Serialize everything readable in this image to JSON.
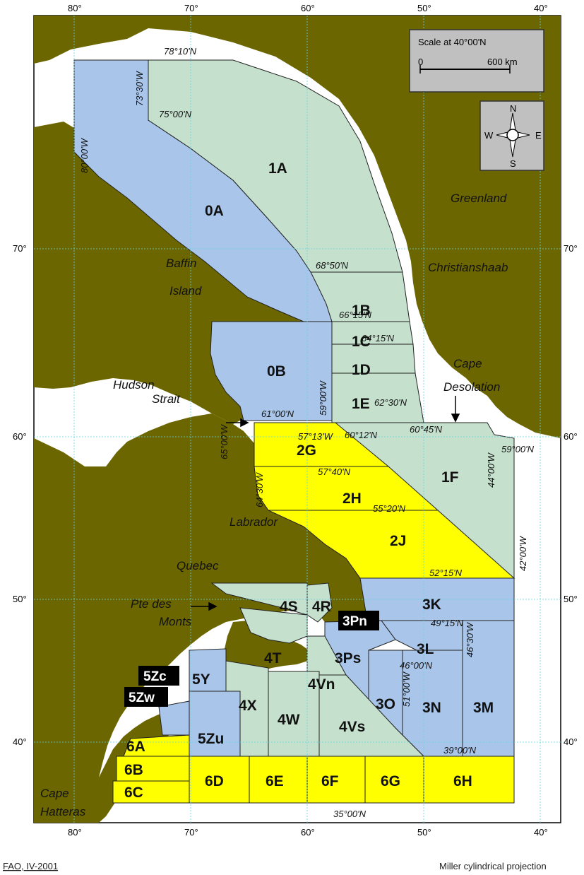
{
  "axis": {
    "top_lon": [
      "80°",
      "70°",
      "60°",
      "50°",
      "40°"
    ],
    "bottom_lon": [
      "80°",
      "70°",
      "60°",
      "50°",
      "40°"
    ],
    "lat": [
      "70°",
      "60°",
      "50°",
      "40°"
    ]
  },
  "scale": {
    "title": "Scale at 40°00'N",
    "start": "0",
    "end": "600 km"
  },
  "compass": {
    "n": "N",
    "s": "S",
    "e": "E",
    "w": "W"
  },
  "areas": {
    "a0A": "0A",
    "a0B": "0B",
    "a1A": "1A",
    "a1B": "1B",
    "a1C": "1C",
    "a1D": "1D",
    "a1E": "1E",
    "a1F": "1F",
    "a2G": "2G",
    "a2H": "2H",
    "a2J": "2J",
    "a3K": "3K",
    "a3L": "3L",
    "a3M": "3M",
    "a3N": "3N",
    "a3O": "3O",
    "a3Ps": "3Ps",
    "a3Pn": "3Pn",
    "a4R": "4R",
    "a4S": "4S",
    "a4T": "4T",
    "a4Vn": "4Vn",
    "a4Vs": "4Vs",
    "a4W": "4W",
    "a4X": "4X",
    "a5Y": "5Y",
    "a5Zc": "5Zc",
    "a5Zw": "5Zw",
    "a5Zu": "5Zu",
    "a6A": "6A",
    "a6B": "6B",
    "a6C": "6C",
    "a6D": "6D",
    "a6E": "6E",
    "a6F": "6F",
    "a6G": "6G",
    "a6H": "6H"
  },
  "coords": {
    "c78_10N": "78°10'N",
    "c73_30W": "73°30'W",
    "c75_00N": "75°00'N",
    "c80_00W": "80°00'W",
    "c68_50N": "68°50'N",
    "c66_15N": "66°15'N",
    "c64_15N": "64°15'N",
    "c62_30N": "62°30'N",
    "c61_00N": "61°00'N",
    "c59_00W": "59°00'W",
    "c57_13W": "57°13'W",
    "c60_12N": "60°12'N",
    "c60_45N": "60°45'N",
    "c59_00N": "59°00'N",
    "c44_00W": "44°00'W",
    "c65_00W": "65°00'W",
    "c64_30W": "64°30'W",
    "c57_40N": "57°40'N",
    "c55_20N": "55°20'N",
    "c52_15N": "52°15'N",
    "c42_00W": "42°00'W",
    "c49_15N": "49°15'N",
    "c46_00N": "46°00'N",
    "c46_30W": "46°30'W",
    "c51_00W": "51°00'W",
    "c39_00N": "39°00'N",
    "c35_00N": "35°00'N"
  },
  "places": {
    "greenland": "Greenland",
    "christianshaab": "Christianshaab",
    "baffin": "Baffin",
    "island": "Island",
    "hudson": "Hudson",
    "strait": "Strait",
    "cape1": "Cape",
    "desolation": "Desolation",
    "labrador": "Labrador",
    "quebec": "Quebec",
    "ptedes": "Pte des",
    "monts": "Monts",
    "cape2": "Cape",
    "hatteras": "Hatteras"
  },
  "footer": {
    "left": "FAO, IV-2001",
    "right": "Miller cylindrical projection"
  },
  "colors": {
    "land": "#6b6600",
    "zone0": "#a9c6ea",
    "zone1": "#c5e0cc",
    "zone2": "#ffff00",
    "zone3": "#a9c6ea",
    "zone6": "#ffff00",
    "grid": "#5fd4e4"
  }
}
